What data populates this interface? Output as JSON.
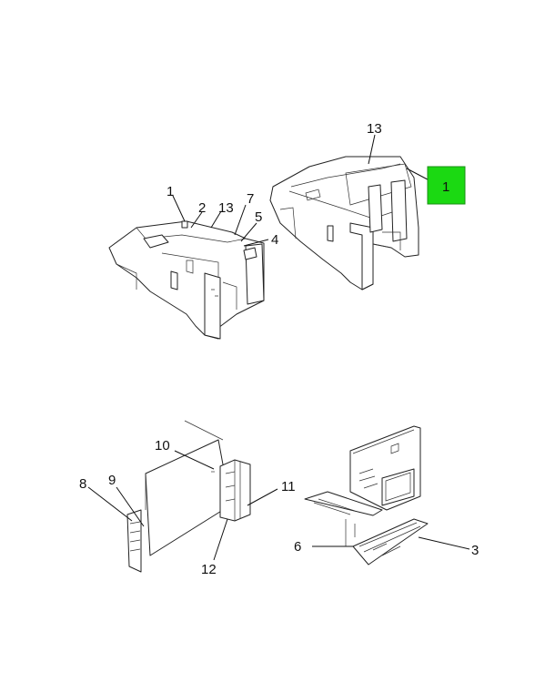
{
  "diagram": {
    "callouts": {
      "a1": "1",
      "a2": "2",
      "a13": "13",
      "a7": "7",
      "a5": "5",
      "a4": "4",
      "b13": "13",
      "b1": "1",
      "c10": "10",
      "c8": "8",
      "c9": "9",
      "c11": "11",
      "c12": "12",
      "d6": "6",
      "d3": "3"
    },
    "highlight_color": "#1bd912"
  }
}
